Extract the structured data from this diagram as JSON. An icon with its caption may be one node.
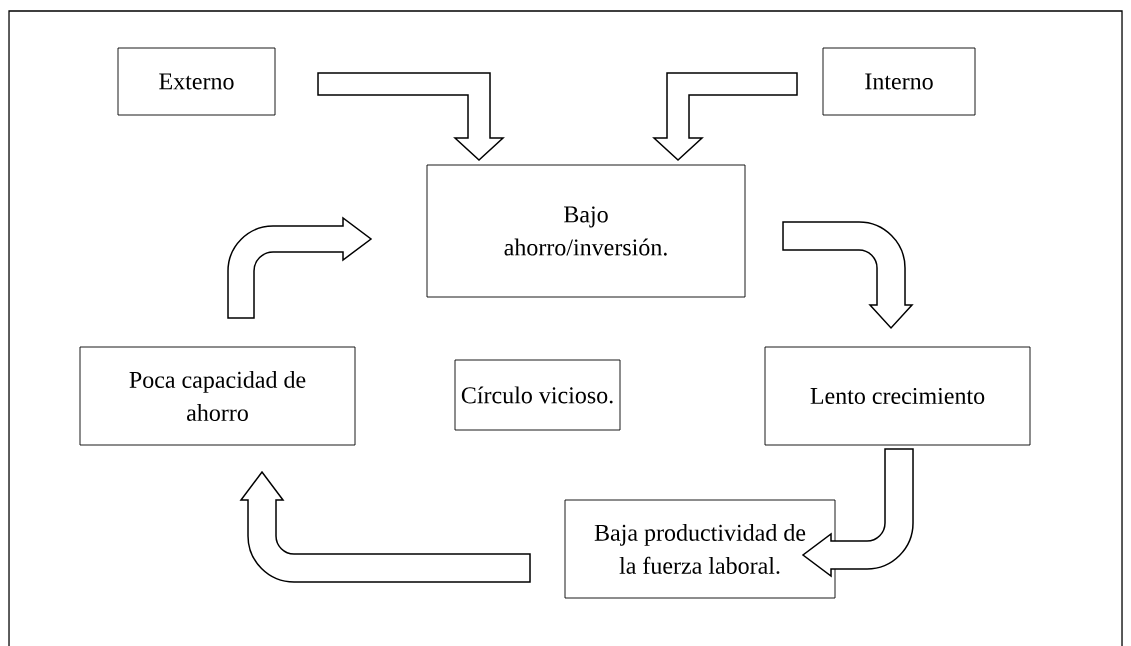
{
  "diagram": {
    "nodes": [
      {
        "text": [
          "Externo"
        ]
      },
      {
        "text": [
          "Interno"
        ]
      },
      {
        "text": [
          "Bajo ahorro/inversión."
        ]
      },
      {
        "text": [
          "Lento crecimiento"
        ]
      },
      {
        "text": [
          "Baja productividad de la fuerza laboral."
        ]
      },
      {
        "text": [
          "Poca capacidad de ahorro"
        ]
      },
      {
        "text": [
          "Círculo vicioso."
        ]
      }
    ],
    "edges": [
      {
        "from": 0,
        "to": 2,
        "arrow": "to"
      },
      {
        "from": 1,
        "to": 2,
        "arrow": "to"
      },
      {
        "from": 2,
        "to": 3,
        "arrow": "to"
      },
      {
        "from": 3,
        "to": 4,
        "arrow": "to"
      },
      {
        "from": 4,
        "to": 5,
        "arrow": "to"
      },
      {
        "from": 5,
        "to": 2,
        "arrow": "to"
      }
    ]
  }
}
